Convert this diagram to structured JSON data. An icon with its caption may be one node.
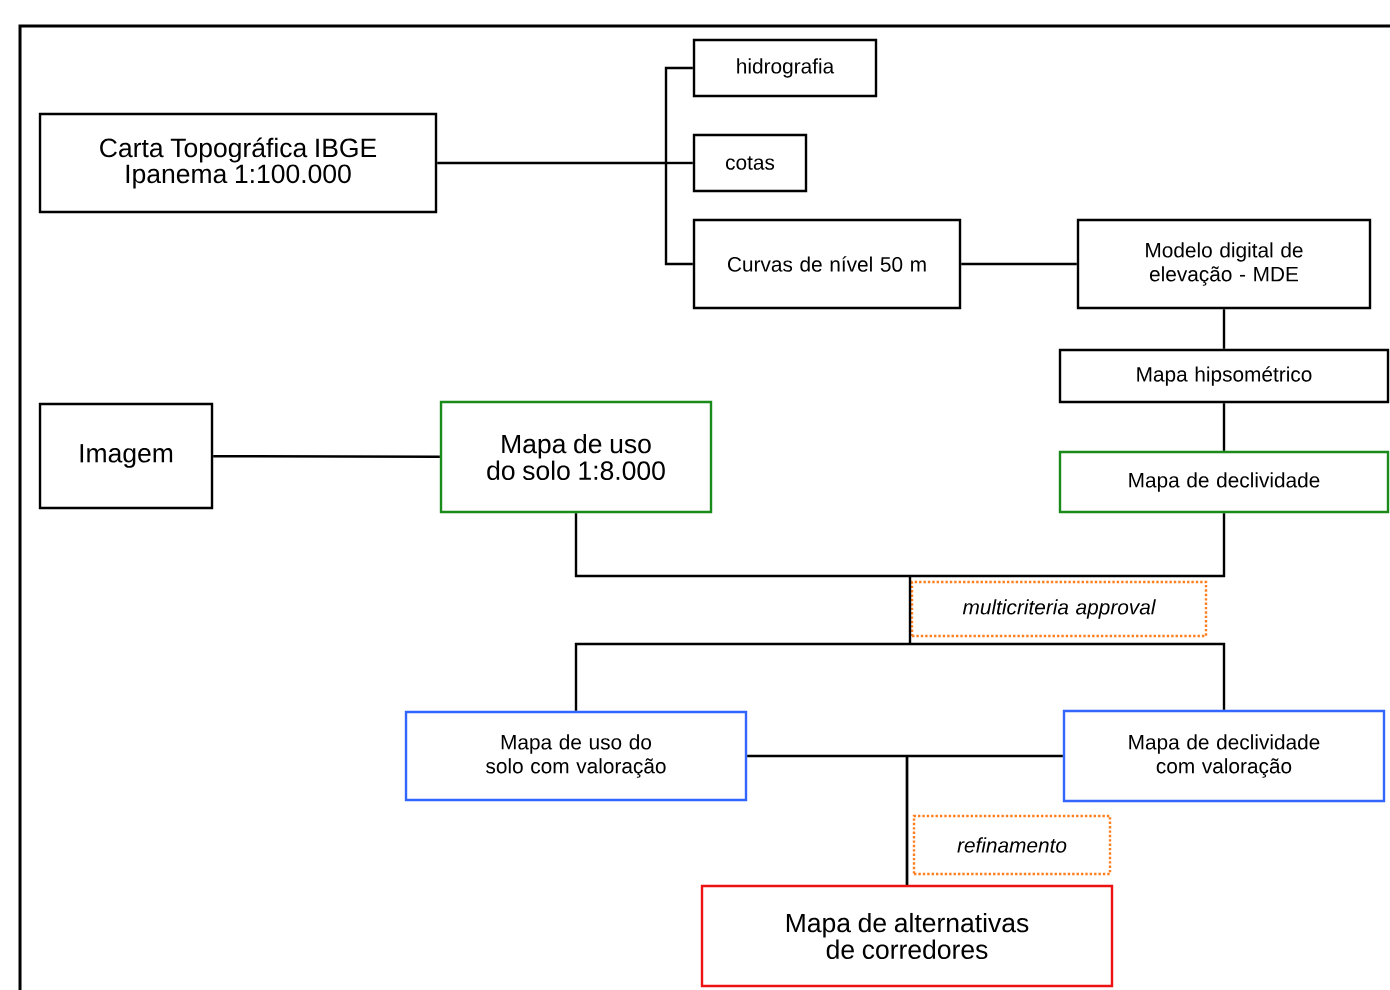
{
  "diagram": {
    "nodes": [
      {
        "text": [
          "Carta Topográfica IBGE Ipanema 1:100.000"
        ]
      },
      {
        "text": [
          "hidrografia"
        ]
      },
      {
        "text": [
          "cotas"
        ]
      },
      {
        "text": [
          "Curvas de nível 50 m"
        ]
      },
      {
        "text": [
          "Modelo digital de elevação - MDE"
        ]
      },
      {
        "text": [
          "Mapa hipsométrico"
        ]
      },
      {
        "text": [
          "Imagem"
        ]
      },
      {
        "text": [
          "Mapa de uso do solo 1:8.000"
        ]
      },
      {
        "text": [
          "Mapa de declividade"
        ]
      },
      {
        "text": [
          "multicriteria approval"
        ]
      },
      {
        "text": [
          "Mapa de uso do solo com valoração"
        ]
      },
      {
        "text": [
          "Mapa de declividade com valoração"
        ]
      },
      {
        "text": [
          "refinamento"
        ]
      },
      {
        "text": [
          "Mapa de alternativas de corredores"
        ]
      }
    ],
    "edges": [
      {
        "from": 0,
        "to": 1,
        "arrow": "none"
      },
      {
        "from": 0,
        "to": 2,
        "arrow": "none"
      },
      {
        "from": 0,
        "to": 3,
        "arrow": "none"
      },
      {
        "from": 3,
        "to": 4,
        "arrow": "none"
      },
      {
        "from": 4,
        "to": 5,
        "arrow": "none"
      },
      {
        "from": 5,
        "to": 8,
        "arrow": "none"
      },
      {
        "from": 6,
        "to": 7,
        "arrow": "none"
      },
      {
        "from": 7,
        "to": 10,
        "arrow": "none"
      },
      {
        "from": 7,
        "to": 11,
        "arrow": "none"
      },
      {
        "from": 8,
        "to": 10,
        "arrow": "none"
      },
      {
        "from": 8,
        "to": 11,
        "arrow": "none"
      },
      {
        "from": 10,
        "to": 13,
        "arrow": "none"
      },
      {
        "from": 11,
        "to": 13,
        "arrow": "none"
      }
    ]
  }
}
